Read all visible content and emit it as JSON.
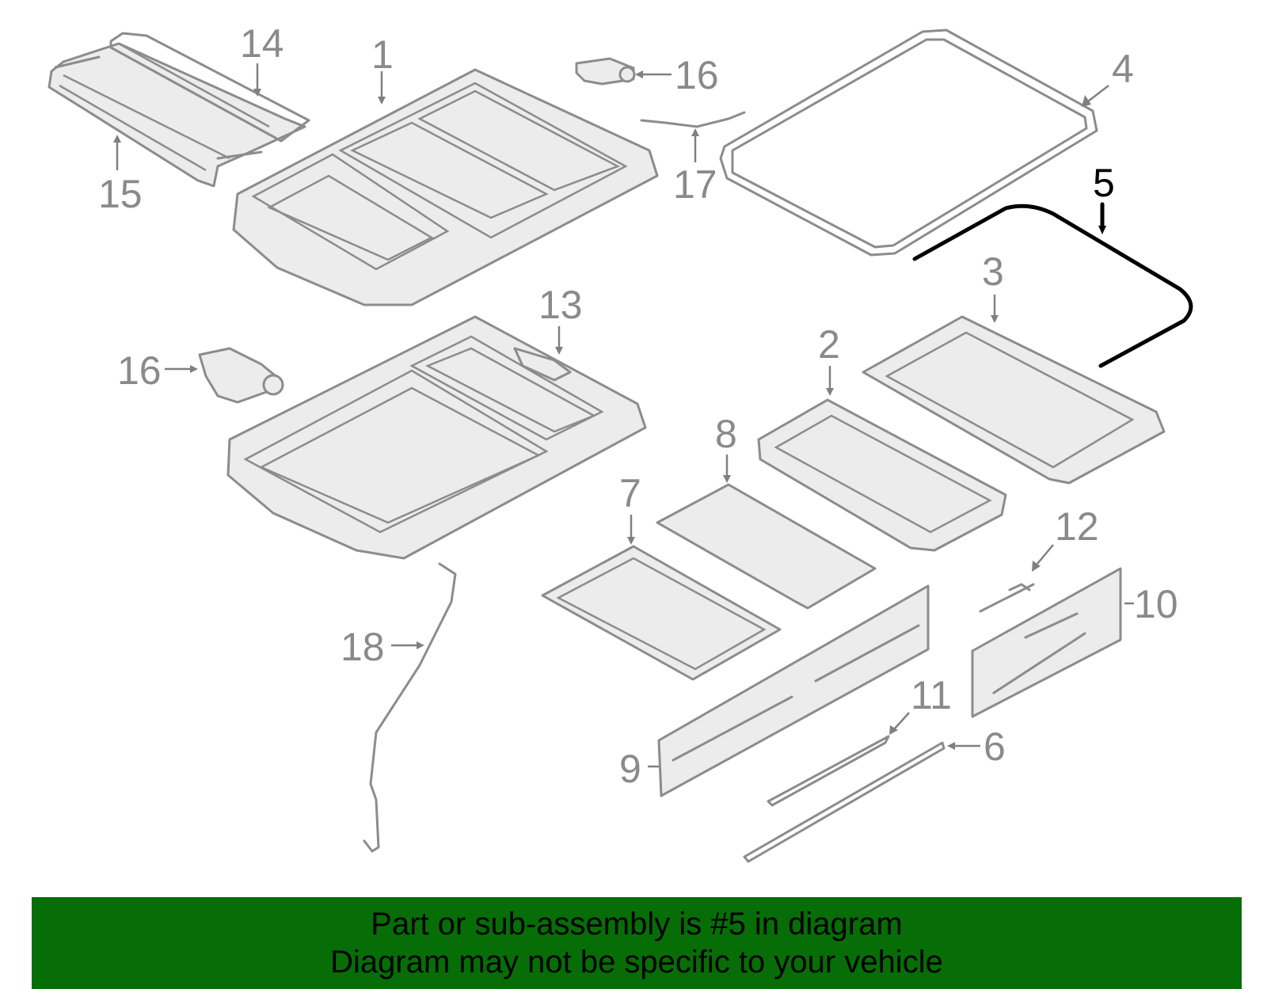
{
  "callouts": {
    "n1": "1",
    "n2": "2",
    "n3": "3",
    "n4": "4",
    "n5": "5",
    "n6": "6",
    "n7": "7",
    "n8": "8",
    "n9": "9",
    "n10": "10",
    "n11": "11",
    "n12": "12",
    "n13": "13",
    "n14": "14",
    "n15": "15",
    "n16a": "16",
    "n16b": "16",
    "n17": "17",
    "n18": "18"
  },
  "highlighted_part": "5",
  "colors": {
    "banner": "#076d07",
    "parts": "#8c8c8c",
    "highlight": "#000000"
  },
  "banner": {
    "line1": "Part or sub-assembly is #5 in diagram",
    "line2": "Diagram may not be specific to your vehicle"
  }
}
